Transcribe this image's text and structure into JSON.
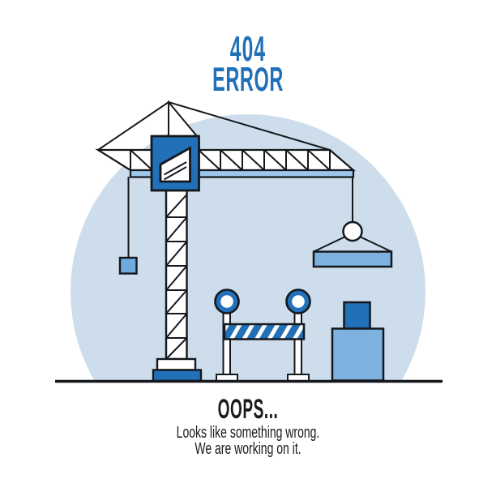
{
  "page": {
    "type": "404-error-page",
    "background": "#ffffff"
  },
  "header": {
    "code": "404",
    "label": "ERROR"
  },
  "footer": {
    "title": "OOPS...",
    "line1": "Looks like something wrong.",
    "line2": "We are working on it."
  },
  "illustration": {
    "name": "construction-site-crane-scene",
    "parts": [
      "circle-backdrop",
      "tower-crane",
      "crane-cab-window",
      "counterweight-on-cable",
      "hook-pulley-with-lifted-slab",
      "traffic-barrier-with-warning-lights",
      "stacked-crates",
      "ground-line"
    ],
    "colors": {
      "accent-dark": "#2170b8",
      "accent-medium": "#7db1e0",
      "accent-counterweight": "#6fabde",
      "accent-light": "#9cc6ea",
      "backdrop": "#cdddeb",
      "outline": "#14181c",
      "text-dark": "#1a1a1a"
    }
  }
}
